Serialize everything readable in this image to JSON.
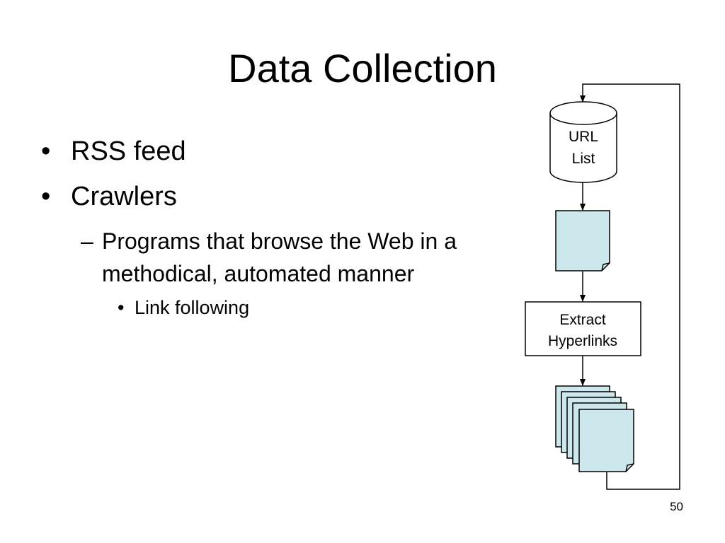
{
  "slide": {
    "title": "Data Collection",
    "page_number": "50"
  },
  "bullets": [
    {
      "level": 1,
      "marker": "•",
      "text": "RSS feed"
    },
    {
      "level": 1,
      "marker": "•",
      "text": "Crawlers"
    },
    {
      "level": 2,
      "marker": "–",
      "text": "Programs that browse the Web in a methodical, automated manner"
    },
    {
      "level": 3,
      "marker": "•",
      "text": "Link following"
    }
  ],
  "diagram": {
    "url_list": {
      "line1": "URL",
      "line2": "List"
    },
    "extract": {
      "line1": "Extract",
      "line2": "Hyperlinks"
    },
    "colors": {
      "document_fill": "#cce8ec",
      "stroke": "#000000",
      "box_fill": "#ffffff"
    }
  }
}
